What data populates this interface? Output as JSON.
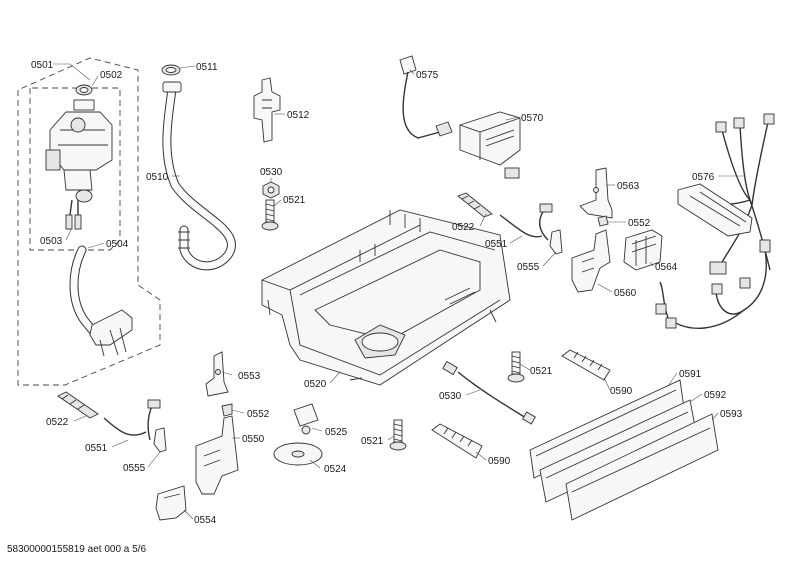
{
  "labels": {
    "p0501": "0501",
    "p0502": "0502",
    "p0503": "0503",
    "p0504": "0504",
    "p0510": "0510",
    "p0511": "0511",
    "p0512": "0512",
    "p0520": "0520",
    "p0521a": "0521",
    "p0521b": "0521",
    "p0521c": "0521",
    "p0522a": "0522",
    "p0522b": "0522",
    "p0524": "0524",
    "p0525": "0525",
    "p0530a": "0530",
    "p0530b": "0530",
    "p0550": "0550",
    "p0551a": "0551",
    "p0551b": "0551",
    "p0552a": "0552",
    "p0552b": "0552",
    "p0553": "0553",
    "p0554": "0554",
    "p0555a": "0555",
    "p0555b": "0555",
    "p0560": "0560",
    "p0563": "0563",
    "p0564": "0564",
    "p0570": "0570",
    "p0575": "0575",
    "p0576": "0576",
    "p0590a": "0590",
    "p0590b": "0590",
    "p0591": "0591",
    "p0592": "0592",
    "p0593": "0593"
  },
  "footer": "58300000155819 aet 000 a 5/6"
}
